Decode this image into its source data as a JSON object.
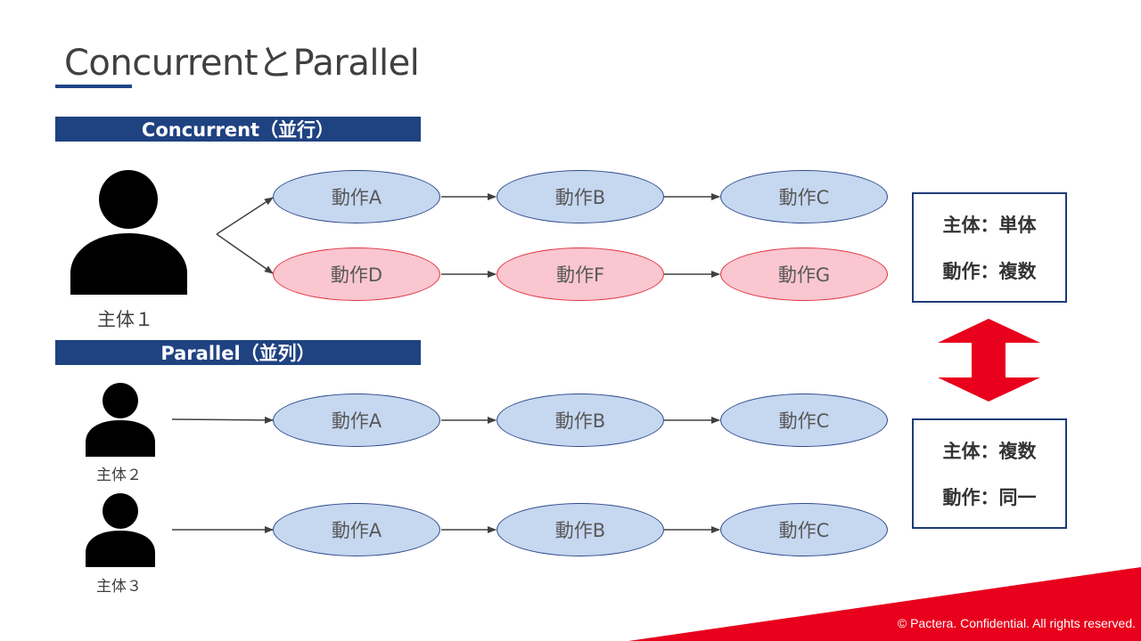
{
  "title": "ConcurrentとParallel",
  "sections": {
    "concurrent": "Concurrent（並行）",
    "parallel": "Parallel（並列）"
  },
  "actors": {
    "actor1": "主体１",
    "actor2": "主体２",
    "actor3": "主体３"
  },
  "concurrent_rows": [
    [
      "動作A",
      "動作B",
      "動作C"
    ],
    [
      "動作D",
      "動作F",
      "動作G"
    ]
  ],
  "parallel_rows": [
    [
      "動作A",
      "動作B",
      "動作C"
    ],
    [
      "動作A",
      "動作B",
      "動作C"
    ]
  ],
  "summary": {
    "top": {
      "line1": "主体：単体",
      "line2": "動作：複数"
    },
    "bottom": {
      "line1": "主体：複数",
      "line2": "動作：同一"
    }
  },
  "footer": "© Pactera.  Confidential.  All rights reserved.",
  "colors": {
    "accent_navy": "#1f4281",
    "ellipse_blue": "#c6d7f0",
    "ellipse_red": "#fac6d0",
    "arrow_red": "#e8001c"
  }
}
